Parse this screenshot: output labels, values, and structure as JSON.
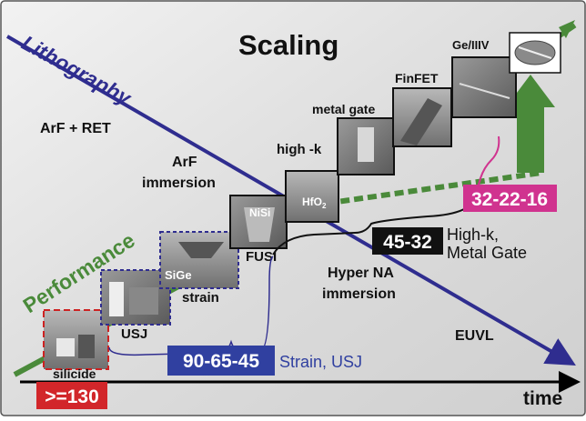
{
  "title": "Scaling",
  "axis_label": "time",
  "lithography": {
    "label": "Lithography",
    "stages": {
      "arf_ret": "ArF + RET",
      "arf_immersion_line1": "ArF",
      "arf_immersion_line2": "immersion",
      "hyper_na_line1": "Hyper NA",
      "hyper_na_line2": "immersion",
      "euvl": "EUVL"
    }
  },
  "performance": {
    "label": "Performance"
  },
  "techniques": {
    "silicide": "silicide",
    "usj": "USJ",
    "sige": "SiGe",
    "strain": "strain",
    "nisi": "NiSi",
    "fusi": "FUSI",
    "hfo2": "HfO",
    "hfo2_sub": "2",
    "high_k": "high -k",
    "metal_gate": "metal gate",
    "finfet": "FinFET",
    "ge_iiiv": "Ge/IIIV"
  },
  "nodes": {
    "n130": ">=130",
    "n90": "90-65-45",
    "n90_desc": "Strain, USJ",
    "n45": "45-32",
    "n45_desc_line1": "High-k,",
    "n45_desc_line2": "Metal Gate",
    "n32": "32-22-16"
  },
  "colors": {
    "background": "#dcdcdc",
    "lithography_blue": "#2f2d8f",
    "performance_green": "#4a8a3a",
    "node_red": "#d2262a",
    "node_blue": "#3040a0",
    "node_magenta": "#d0338f",
    "node_black": "#111111"
  }
}
